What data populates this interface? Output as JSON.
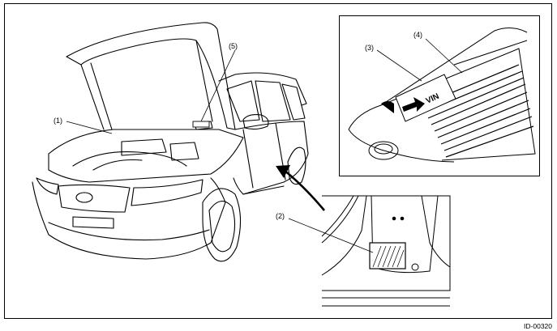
{
  "callouts": {
    "c1": "(1)",
    "c2": "(2)",
    "c3": "(3)",
    "c4": "(4)",
    "c5": "(5)"
  },
  "vin_plate_text": "VIN",
  "figure_id": "ID-00320",
  "colors": {
    "line": "#000000",
    "background": "#ffffff"
  }
}
